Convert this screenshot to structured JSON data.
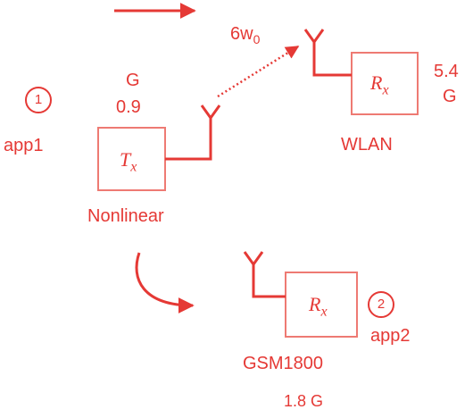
{
  "colors": {
    "accent": "#e53935",
    "box": "#ee7a73"
  },
  "transmitter": {
    "symbol": "T",
    "subscript": "x",
    "label": "Nonlinear",
    "freq_top": "G",
    "freq_value": "0.9"
  },
  "receiver_wlan": {
    "symbol": "R",
    "subscript": "x",
    "label": "WLAN",
    "freq_value": "5.4",
    "freq_unit": "G"
  },
  "receiver_gsm": {
    "symbol": "R",
    "subscript": "x",
    "label": "GSM1800",
    "freq": "1.8 G"
  },
  "harmonic_label": {
    "prefix": "6w",
    "subscript": "0"
  },
  "app1": {
    "number": "1",
    "label": "app1"
  },
  "app2": {
    "number": "2",
    "label": "app2"
  },
  "icons": [
    "antenna-icon",
    "arrow-right-icon",
    "curved-arrow-icon",
    "dotted-arrow-icon"
  ]
}
